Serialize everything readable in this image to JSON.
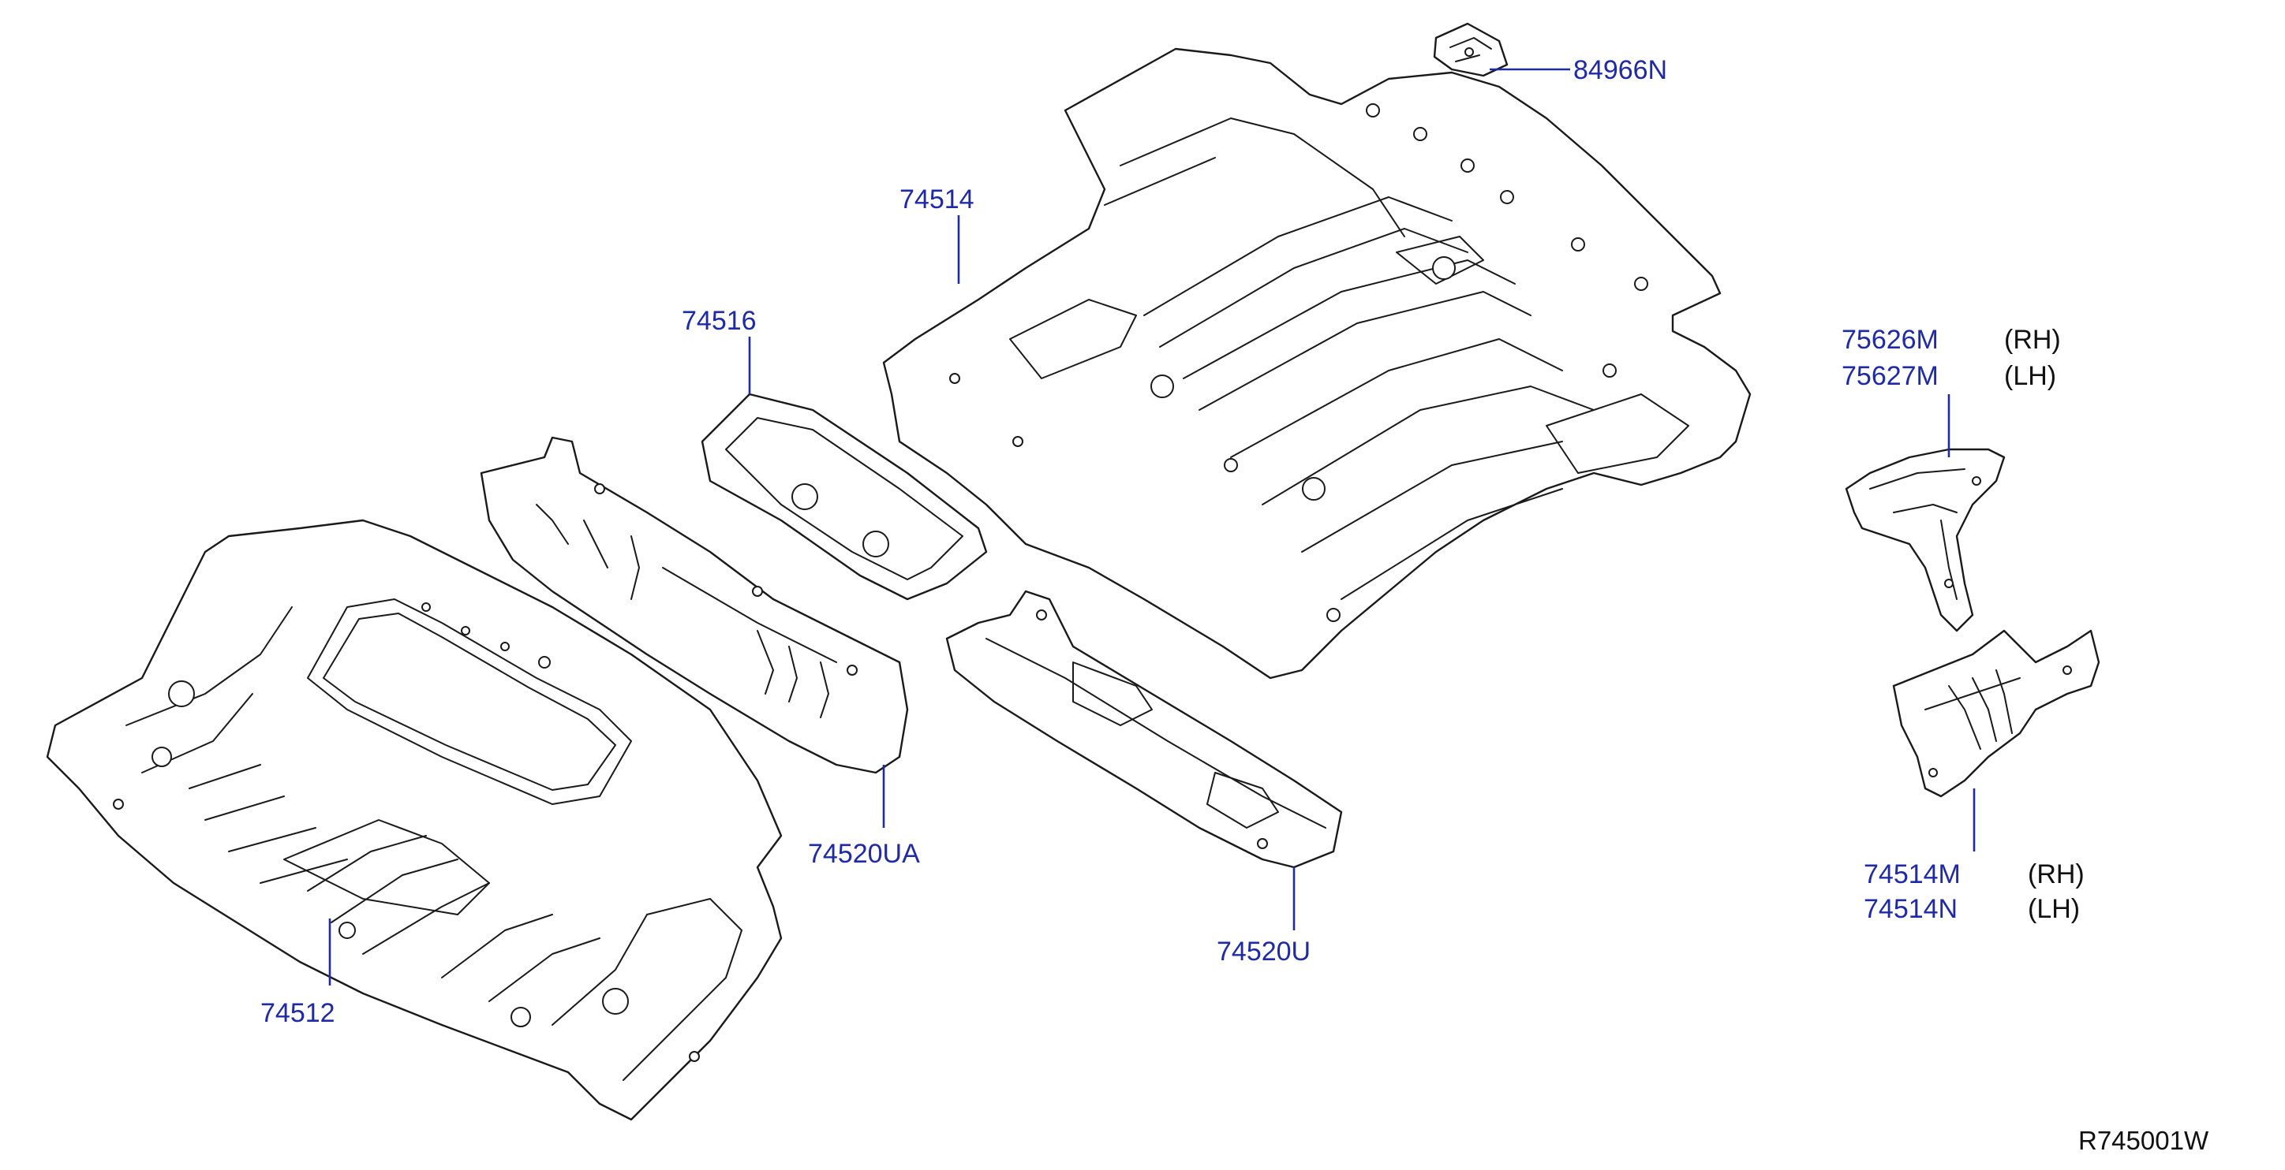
{
  "labels": {
    "p84966n": "84966N",
    "p74514": "74514",
    "p74516": "74516",
    "p75626m": "75626M",
    "p75627m": "75627M",
    "rh1": "(RH)",
    "lh1": "(LH)",
    "p74520ua": "74520UA",
    "p74520u": "74520U",
    "p74512": "74512",
    "p74514m": "74514M",
    "p74514n": "74514N",
    "rh2": "(RH)",
    "lh2": "(LH)"
  },
  "diagram_code": "R745001W",
  "colors": {
    "part_number": "#1f2aa8",
    "line_art": "#1a1a1a",
    "background": "#ffffff"
  }
}
